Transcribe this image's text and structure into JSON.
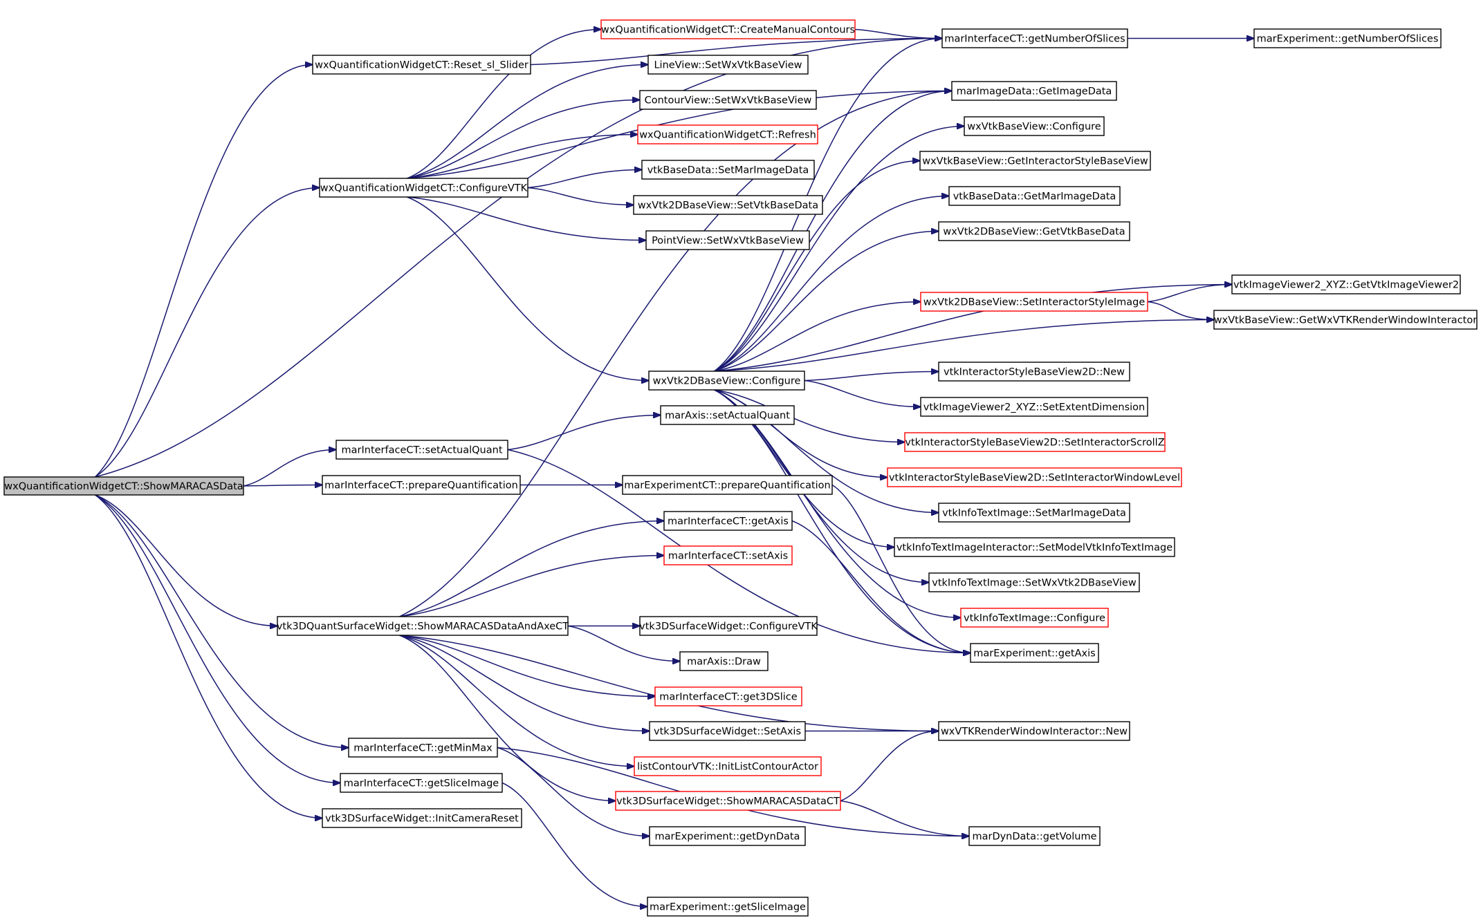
{
  "diagram": {
    "type": "call-graph",
    "colors": {
      "edge": "#191970",
      "node_border": "#000000",
      "node_border_truncated": "#ff0000",
      "root_fill": "#bfbfbf"
    },
    "nodes": [
      {
        "id": "root",
        "label": "wxQuantificationWidgetCT::ShowMARACASData",
        "style": "root"
      },
      {
        "id": "reset",
        "label": "wxQuantificationWidgetCT::Reset_sl_Slider",
        "style": "normal"
      },
      {
        "id": "cfgvtk",
        "label": "wxQuantificationWidgetCT::ConfigureVTK",
        "style": "normal"
      },
      {
        "id": "setaq",
        "label": "marInterfaceCT::setActualQuant",
        "style": "normal"
      },
      {
        "id": "prepq",
        "label": "marInterfaceCT::prepareQuantification",
        "style": "normal"
      },
      {
        "id": "show3d",
        "label": "vtk3DQuantSurfaceWidget::ShowMARACASDataAndAxeCT",
        "style": "normal"
      },
      {
        "id": "minmax",
        "label": "marInterfaceCT::getMinMax",
        "style": "normal"
      },
      {
        "id": "slimg",
        "label": "marInterfaceCT::getSliceImage",
        "style": "normal"
      },
      {
        "id": "initcam",
        "label": "vtk3DSurfaceWidget::InitCameraReset",
        "style": "normal"
      },
      {
        "id": "createmc",
        "label": "wxQuantificationWidgetCT::CreateManualContours",
        "style": "truncated"
      },
      {
        "id": "lineview",
        "label": "LineView::SetWxVtkBaseView",
        "style": "normal"
      },
      {
        "id": "contview",
        "label": "ContourView::SetWxVtkBaseView",
        "style": "normal"
      },
      {
        "id": "refresh",
        "label": "wxQuantificationWidgetCT::Refresh",
        "style": "truncated"
      },
      {
        "id": "vbdset",
        "label": "vtkBaseData::SetMarImageData",
        "style": "normal"
      },
      {
        "id": "wx2dsetvbd",
        "label": "wxVtk2DBaseView::SetVtkBaseData",
        "style": "normal"
      },
      {
        "id": "pointview",
        "label": "PointView::SetWxVtkBaseView",
        "style": "normal"
      },
      {
        "id": "wx2dcfg",
        "label": "wxVtk2DBaseView::Configure",
        "style": "normal"
      },
      {
        "id": "axissetaq",
        "label": "marAxis::setActualQuant",
        "style": "normal"
      },
      {
        "id": "expprepq",
        "label": "marExperimentCT::prepareQuantification",
        "style": "normal"
      },
      {
        "id": "getaxis",
        "label": "marInterfaceCT::getAxis",
        "style": "normal"
      },
      {
        "id": "setaxis",
        "label": "marInterfaceCT::setAxis",
        "style": "truncated"
      },
      {
        "id": "sfcfgvtk",
        "label": "vtk3DSurfaceWidget::ConfigureVTK",
        "style": "normal"
      },
      {
        "id": "axisdraw",
        "label": "marAxis::Draw",
        "style": "normal"
      },
      {
        "id": "get3d",
        "label": "marInterfaceCT::get3DSlice",
        "style": "truncated"
      },
      {
        "id": "sfsetaxis",
        "label": "vtk3DSurfaceWidget::SetAxis",
        "style": "normal"
      },
      {
        "id": "listcont",
        "label": "listContourVTK::InitListContourActor",
        "style": "truncated"
      },
      {
        "id": "sfshowct",
        "label": "vtk3DSurfaceWidget::ShowMARACASDataCT",
        "style": "truncated"
      },
      {
        "id": "expdyn",
        "label": "marExperiment::getDynData",
        "style": "normal"
      },
      {
        "id": "expslimg",
        "label": "marExperiment::getSliceImage",
        "style": "normal"
      },
      {
        "id": "numslices",
        "label": "marInterfaceCT::getNumberOfSlices",
        "style": "normal"
      },
      {
        "id": "expnumslices",
        "label": "marExperiment::getNumberOfSlices",
        "style": "normal"
      },
      {
        "id": "getimgdata",
        "label": "marImageData::GetImageData",
        "style": "normal"
      },
      {
        "id": "wxvbcfg",
        "label": "wxVtkBaseView::Configure",
        "style": "normal"
      },
      {
        "id": "getisbv",
        "label": "wxVtkBaseView::GetInteractorStyleBaseView",
        "style": "normal"
      },
      {
        "id": "vbdget",
        "label": "vtkBaseData::GetMarImageData",
        "style": "normal"
      },
      {
        "id": "wx2dgetvbd",
        "label": "wxVtk2DBaseView::GetVtkBaseData",
        "style": "normal"
      },
      {
        "id": "setisimg",
        "label": "wxVtk2DBaseView::SetInteractorStyleImage",
        "style": "truncated"
      },
      {
        "id": "viewer2",
        "label": "vtkImageViewer2_XYZ::GetVtkImageViewer2",
        "style": "normal"
      },
      {
        "id": "getrwi",
        "label": "wxVtkBaseView::GetWxVTKRenderWindowInteractor",
        "style": "normal"
      },
      {
        "id": "isbv2dnew",
        "label": "vtkInteractorStyleBaseView2D::New",
        "style": "normal"
      },
      {
        "id": "setext",
        "label": "vtkImageViewer2_XYZ::SetExtentDimension",
        "style": "normal"
      },
      {
        "id": "setscrollz",
        "label": "vtkInteractorStyleBaseView2D::SetInteractorScrollZ",
        "style": "truncated"
      },
      {
        "id": "setwinlev",
        "label": "vtkInteractorStyleBaseView2D::SetInteractorWindowLevel",
        "style": "truncated"
      },
      {
        "id": "itisetmar",
        "label": "vtkInfoTextImage::SetMarImageData",
        "style": "normal"
      },
      {
        "id": "itiisetmodel",
        "label": "vtkInfoTextImageInteractor::SetModelVtkInfoTextImage",
        "style": "normal"
      },
      {
        "id": "itisetwx",
        "label": "vtkInfoTextImage::SetWxVtk2DBaseView",
        "style": "normal"
      },
      {
        "id": "iticfg",
        "label": "vtkInfoTextImage::Configure",
        "style": "truncated"
      },
      {
        "id": "expgetaxis",
        "label": "marExperiment::getAxis",
        "style": "normal"
      },
      {
        "id": "rwinew",
        "label": "wxVTKRenderWindowInteractor::New",
        "style": "normal"
      },
      {
        "id": "dynvol",
        "label": "marDynData::getVolume",
        "style": "normal"
      }
    ],
    "edges": [
      [
        "root",
        "reset"
      ],
      [
        "root",
        "cfgvtk"
      ],
      [
        "root",
        "numslices"
      ],
      [
        "root",
        "setaq"
      ],
      [
        "root",
        "prepq"
      ],
      [
        "root",
        "show3d"
      ],
      [
        "root",
        "minmax"
      ],
      [
        "root",
        "slimg"
      ],
      [
        "root",
        "initcam"
      ],
      [
        "reset",
        "numslices"
      ],
      [
        "cfgvtk",
        "createmc"
      ],
      [
        "cfgvtk",
        "lineview"
      ],
      [
        "cfgvtk",
        "contview"
      ],
      [
        "cfgvtk",
        "refresh"
      ],
      [
        "cfgvtk",
        "vbdset"
      ],
      [
        "cfgvtk",
        "wx2dsetvbd"
      ],
      [
        "cfgvtk",
        "pointview"
      ],
      [
        "cfgvtk",
        "wx2dcfg"
      ],
      [
        "cfgvtk",
        "getimgdata"
      ],
      [
        "createmc",
        "numslices"
      ],
      [
        "numslices",
        "expnumslices"
      ],
      [
        "setaq",
        "axissetaq"
      ],
      [
        "setaq",
        "expgetaxis"
      ],
      [
        "prepq",
        "expprepq"
      ],
      [
        "expprepq",
        "expgetaxis"
      ],
      [
        "show3d",
        "getaxis"
      ],
      [
        "show3d",
        "setaxis"
      ],
      [
        "show3d",
        "sfcfgvtk"
      ],
      [
        "show3d",
        "axisdraw"
      ],
      [
        "show3d",
        "get3d"
      ],
      [
        "show3d",
        "sfsetaxis"
      ],
      [
        "show3d",
        "listcont"
      ],
      [
        "show3d",
        "sfshowct"
      ],
      [
        "show3d",
        "getimgdata"
      ],
      [
        "show3d",
        "rwinew"
      ],
      [
        "getaxis",
        "expgetaxis"
      ],
      [
        "sfsetaxis",
        "rwinew"
      ],
      [
        "sfshowct",
        "rwinew"
      ],
      [
        "sfshowct",
        "dynvol"
      ],
      [
        "minmax",
        "expdyn"
      ],
      [
        "minmax",
        "dynvol"
      ],
      [
        "slimg",
        "expslimg"
      ],
      [
        "wx2dcfg",
        "numslices"
      ],
      [
        "wx2dcfg",
        "getimgdata"
      ],
      [
        "wx2dcfg",
        "wxvbcfg"
      ],
      [
        "wx2dcfg",
        "getisbv"
      ],
      [
        "wx2dcfg",
        "vbdget"
      ],
      [
        "wx2dcfg",
        "wx2dgetvbd"
      ],
      [
        "wx2dcfg",
        "setisimg"
      ],
      [
        "wx2dcfg",
        "viewer2"
      ],
      [
        "wx2dcfg",
        "getrwi"
      ],
      [
        "wx2dcfg",
        "isbv2dnew"
      ],
      [
        "wx2dcfg",
        "setext"
      ],
      [
        "wx2dcfg",
        "setscrollz"
      ],
      [
        "wx2dcfg",
        "setwinlev"
      ],
      [
        "wx2dcfg",
        "itisetmar"
      ],
      [
        "wx2dcfg",
        "itiisetmodel"
      ],
      [
        "wx2dcfg",
        "itisetwx"
      ],
      [
        "wx2dcfg",
        "iticfg"
      ],
      [
        "wx2dcfg",
        "expgetaxis"
      ],
      [
        "setisimg",
        "viewer2"
      ],
      [
        "setisimg",
        "getrwi"
      ]
    ]
  }
}
